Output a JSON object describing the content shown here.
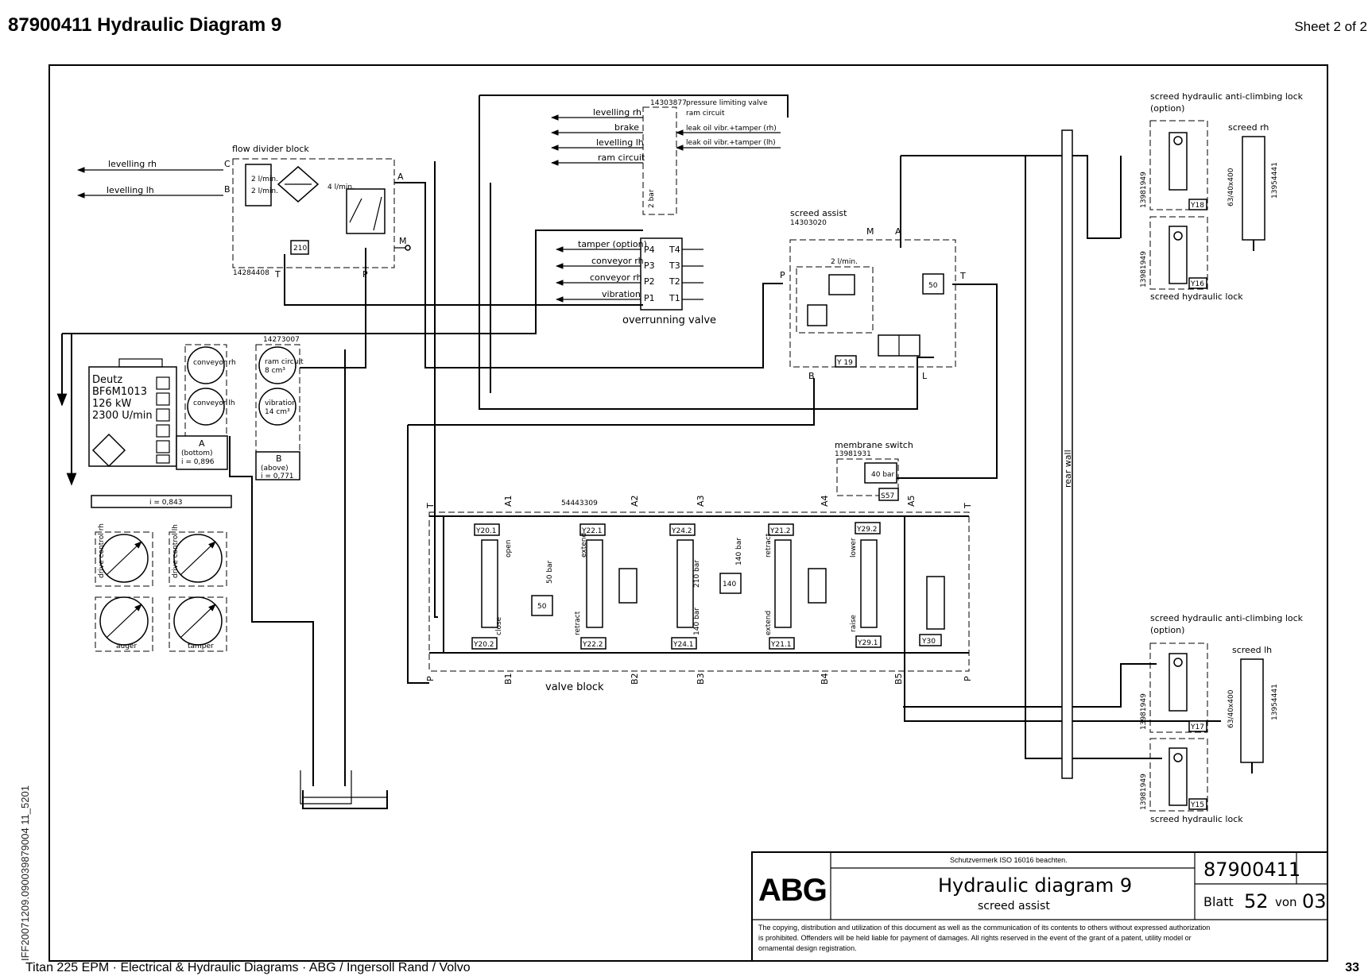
{
  "header": {
    "title": "87900411  Hydraulic Diagram 9",
    "sheet": "Sheet 2 of 2"
  },
  "footer": {
    "text": "Titan 225 EPM  ·  Electrical & Hydraulic Diagrams  ·  ABG / Ingersoll Rand / Volvo",
    "page": "33",
    "doc_id": "IFF20071209.090039879004 11_5201"
  },
  "diagram": {
    "flow_divider": {
      "title": "flow divider block",
      "part": "14284408",
      "out_c": "levelling rh",
      "out_b": "levelling lh",
      "rate_1": "2 l/min.",
      "rate_2": "2 l/min.",
      "rate_3": "4 l/min.",
      "valve": "210",
      "ports": {
        "c": "C",
        "b": "B",
        "a": "A",
        "m": "M",
        "t": "T",
        "p": "P"
      }
    },
    "overrunning": {
      "title": "overrunning valve",
      "part": "14303877",
      "plv": "pressure limiting valve",
      "ram_circuit_1": "ram circuit",
      "leak_rh": "leak oil vibr.+tamper (rh)",
      "leak_lh": "leak oil vibr.+tamper (lh)",
      "left": [
        "levelling rh",
        "brake",
        "levelling lh",
        "ram circuit"
      ],
      "bar": "2 bar",
      "inputs": [
        "tamper (option)",
        "conveyor rh",
        "conveyor rh",
        "vibration"
      ],
      "ports_l": [
        "P4",
        "P3",
        "P2",
        "P1"
      ],
      "ports_r": [
        "T4",
        "T3",
        "T2",
        "T1"
      ]
    },
    "engine": {
      "make": "Deutz",
      "model": "BF6M1013",
      "power": "126  kW",
      "rpm": "2300  U/min"
    },
    "pumps": {
      "conveyor_rh": "conveyor rh",
      "conveyor_lh": "conveyor lh",
      "a_label": "A",
      "a_pos": "(bottom)",
      "a_ratio": "i = 0,896",
      "part_b": "14273007",
      "ram": "ram circuit",
      "ram_cm": "8 cm³",
      "vib": "vibration",
      "vib_cm": "14 cm³",
      "b_label": "B",
      "b_pos": "(above)",
      "b_ratio": "i = 0,771",
      "main_ratio": "i = 0,843",
      "drive_rh": "drive control rh",
      "drive_lh": "drive control lh",
      "auger": "auger",
      "tamper": "tamper"
    },
    "screed_assist": {
      "title": "screed assist",
      "part": "14303020",
      "rate": "2 l/min.",
      "valve": "50",
      "coil": "Y 19",
      "ports": {
        "m": "M",
        "a": "A",
        "p": "P",
        "t": "T",
        "b": "B",
        "l": "L"
      }
    },
    "membrane": {
      "title": "membrane switch",
      "part": "13981931",
      "setting": "40 bar",
      "switch": "S57"
    },
    "valve_block": {
      "title": "valve block",
      "part": "54443309",
      "a_ports": [
        "A1",
        "A2",
        "A3",
        "A4",
        "A5"
      ],
      "b_ports": [
        "B1",
        "B2",
        "B3",
        "B4",
        "B5"
      ],
      "top_coils": [
        "Y20.1",
        "Y22.1",
        "Y24.2",
        "Y21.2",
        "Y29.2"
      ],
      "bot_coils": [
        "Y20.2",
        "Y22.2",
        "Y24.1",
        "Y21.1",
        "Y29.1"
      ],
      "y30": "Y30",
      "actions_top": [
        "open",
        "extend",
        "",
        "retract",
        "lower"
      ],
      "actions_bot": [
        "close",
        "retract",
        "",
        "extend",
        "raise"
      ],
      "p50": "50 bar",
      "relief_50": "50",
      "p210": "210 bar",
      "p140": "140 bar",
      "p140b": "140 bar",
      "relief_140": "140",
      "t": "T",
      "p": "P"
    },
    "rear_wall": "rear wall",
    "right_top": {
      "title": "screed hydraulic anti-climbing lock",
      "option": "(option)",
      "cyl": "screed rh",
      "size": "63/40x400",
      "part_cyl": "13954441",
      "p1": "13981949",
      "p2": "13981949",
      "coil_a": "Y18",
      "coil_b": "Y16",
      "lock": "screed hydraulic lock"
    },
    "right_bot": {
      "title": "screed hydraulic anti-climbing lock",
      "option": "(option)",
      "cyl": "screed lh",
      "size": "63/40x400",
      "part_cyl": "13954441",
      "p1": "13981949",
      "p2": "13981949",
      "coil_a": "Y17",
      "coil_b": "Y15",
      "lock": "screed hydraulic lock"
    }
  },
  "titleblock": {
    "notice": "Schutzvermerk ISO 16016 beachten.",
    "logo": "ABG",
    "title": "Hydraulic diagram 9",
    "subtitle": "screed assist",
    "number": "87900411",
    "blatt": "Blatt",
    "blatt_no": "52",
    "von": "von",
    "von_no": "03",
    "legal1": "The copying, distribution and utilization of this document as well as the communication of its contents to others without expressed authorization",
    "legal2": "is prohibited. Offenders will be held liable for payment of damages. All rights reserved in the event of the grant of a patent, utility model or",
    "legal3": "ornamental design registration."
  }
}
